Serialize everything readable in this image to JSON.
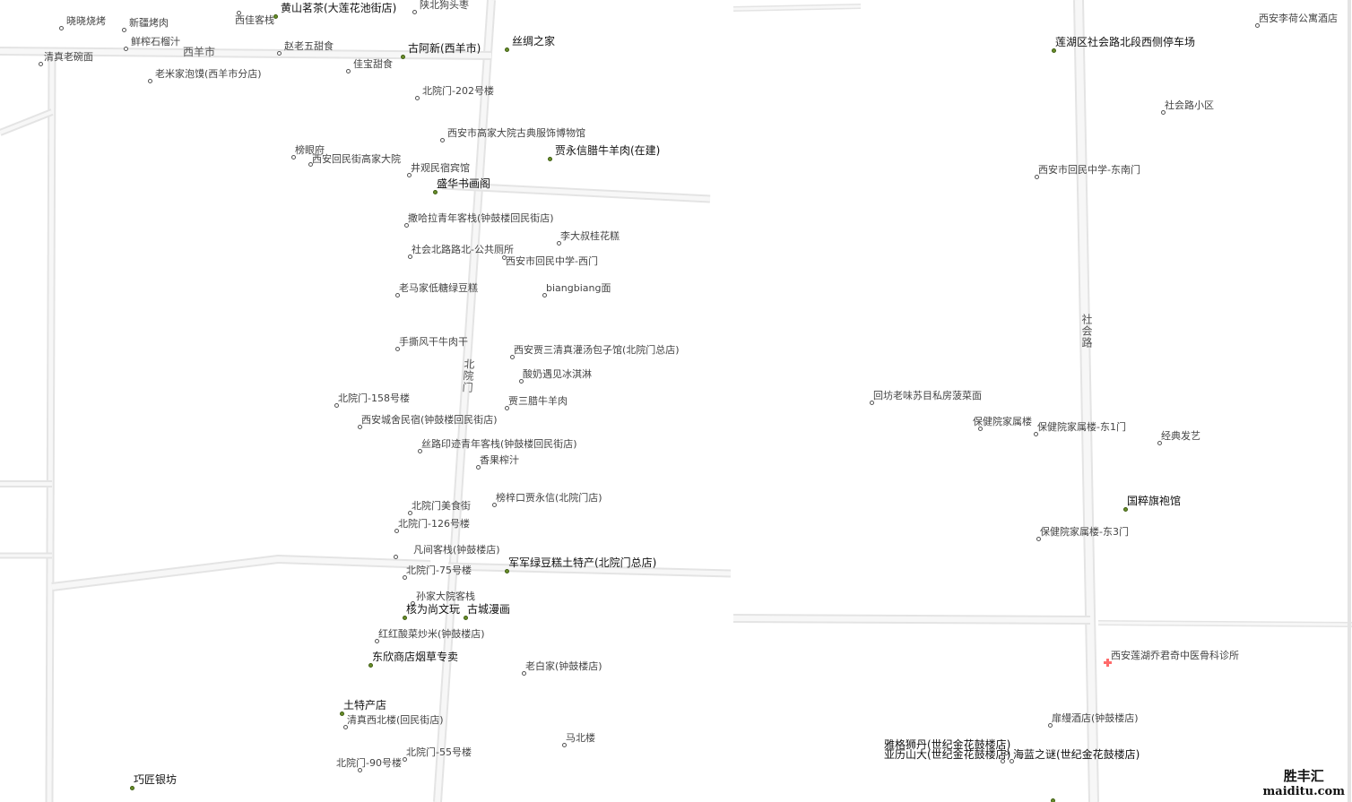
{
  "road_labels": {
    "xiyangshi": "西羊市",
    "beiyuanmen": "北院门",
    "shehuilu": "社会路"
  },
  "pois": [
    {
      "name": "晓晓烧烤"
    },
    {
      "name": "新疆烤肉"
    },
    {
      "name": "西佳客栈"
    },
    {
      "name": "黄山茗茶(大莲花池街店)",
      "emphasis": true
    },
    {
      "name": "陕北狗头枣"
    },
    {
      "name": "鲜榨石榴汁"
    },
    {
      "name": "清真老碗面"
    },
    {
      "name": "赵老五甜食"
    },
    {
      "name": "古阿新(西羊市)",
      "emphasis": true
    },
    {
      "name": "丝绸之家",
      "emphasis": true
    },
    {
      "name": "佳宝甜食"
    },
    {
      "name": "老米家泡馍(西羊市分店)"
    },
    {
      "name": "北院门-202号楼"
    },
    {
      "name": "西安市高家大院古典服饰博物馆"
    },
    {
      "name": "榜眼府"
    },
    {
      "name": "贾永信腊牛羊肉(在建)",
      "emphasis": true
    },
    {
      "name": "西安回民街高家大院"
    },
    {
      "name": "井观民宿宾馆"
    },
    {
      "name": "盛华书画阁",
      "emphasis": true
    },
    {
      "name": "撒哈拉青年客栈(钟鼓楼回民街店)"
    },
    {
      "name": "李大叔桂花糕"
    },
    {
      "name": "社会北路路北-公共厕所"
    },
    {
      "name": "西安市回民中学-西门"
    },
    {
      "name": "老马家低糖绿豆糕"
    },
    {
      "name": "biangbiang面"
    },
    {
      "name": "手撕风干牛肉干"
    },
    {
      "name": "西安贾三清真灌汤包子馆(北院门总店)"
    },
    {
      "name": "酸奶遇见冰淇淋"
    },
    {
      "name": "北院门-158号楼"
    },
    {
      "name": "贾三腊牛羊肉"
    },
    {
      "name": "西安城舍民宿(钟鼓楼回民街店)"
    },
    {
      "name": "丝路印迹青年客栈(钟鼓楼回民街店)"
    },
    {
      "name": "香果榨汁"
    },
    {
      "name": "榜梓口贾永信(北院门店)"
    },
    {
      "name": "北院门美食街"
    },
    {
      "name": "北院门-126号楼"
    },
    {
      "name": "凡间客栈(钟鼓楼店)"
    },
    {
      "name": "北院门-75号楼"
    },
    {
      "name": "军军绿豆糕土特产(北院门总店)",
      "emphasis": true
    },
    {
      "name": "孙家大院客栈"
    },
    {
      "name": "核为尚文玩",
      "emphasis": true
    },
    {
      "name": "古城漫画",
      "emphasis": true
    },
    {
      "name": "红红酸菜炒米(钟鼓楼店)"
    },
    {
      "name": "东欣商店烟草专卖",
      "emphasis": true
    },
    {
      "name": "老白家(钟鼓楼店)"
    },
    {
      "name": "土特产店",
      "emphasis": true
    },
    {
      "name": "清真西北楼(回民街店)"
    },
    {
      "name": "马北楼"
    },
    {
      "name": "北院门-55号楼"
    },
    {
      "name": "北院门-90号楼"
    },
    {
      "name": "巧匠银坊",
      "emphasis": true
    },
    {
      "name": "西安李荷公寓酒店"
    },
    {
      "name": "莲湖区社会路北段西侧停车场",
      "emphasis": true
    },
    {
      "name": "社会路小区"
    },
    {
      "name": "西安市回民中学-东南门"
    },
    {
      "name": "回坊老味苏目私房菠菜面"
    },
    {
      "name": "保健院家属楼"
    },
    {
      "name": "保健院家属楼-东1门"
    },
    {
      "name": "经典发艺"
    },
    {
      "name": "国粹旗袍馆",
      "emphasis": true
    },
    {
      "name": "保健院家属楼-东3门"
    },
    {
      "name": "西安莲湖乔君奇中医骨科诊所"
    },
    {
      "name": "扉缦酒店(钟鼓楼店)"
    },
    {
      "name": "雅格狮丹(世纪金花鼓楼店)"
    },
    {
      "name": "亚历山大(世纪金花鼓楼店)"
    },
    {
      "name": "海蓝之谜(世纪金花鼓楼店)"
    }
  ],
  "brand": {
    "name": "胜丰汇",
    "site": "maiditu.com"
  },
  "colors": {
    "road": "#e6e6e6",
    "poi_dot": "#ffffff",
    "poi_dot_emphasis": "#6a8f2a",
    "clinic_cross": "#ff6b6b"
  }
}
